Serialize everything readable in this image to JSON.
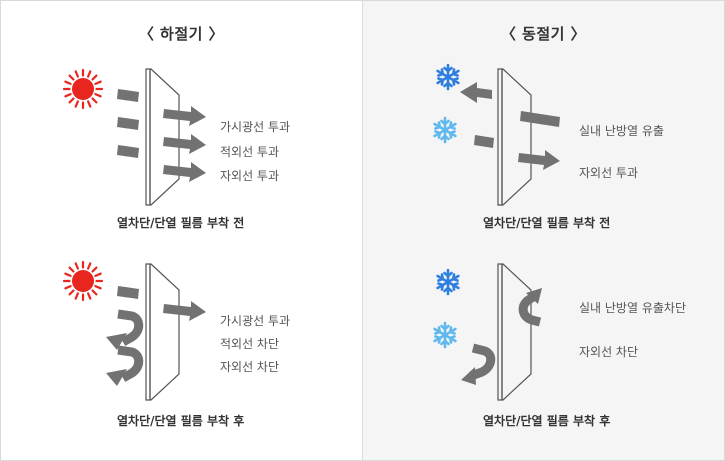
{
  "left_panel": {
    "title": "〈 하절기 〉",
    "before": {
      "labels": [
        "가시광선 투과",
        "적외선 투과",
        "자외선 투과"
      ],
      "caption": "열차단/단열 필름 부착 전"
    },
    "after": {
      "labels": [
        "가시광선 투과",
        "적외선 차단",
        "자외선 차단"
      ],
      "caption": "열차단/단열 필름 부착 후"
    }
  },
  "right_panel": {
    "title": "〈 동절기 〉",
    "before": {
      "labels": [
        "실내 난방열 유출",
        "자외선 투과"
      ],
      "caption": "열차단/단열 필름 부착 전"
    },
    "after": {
      "labels": [
        "실내 난방열 유출차단",
        "자외선 차단"
      ],
      "caption": "열차단/단열 필름 부착 후"
    }
  },
  "colors": {
    "sun": "#e8251f",
    "snowflake_dark": "#2f7fe0",
    "snowflake_light": "#5fb8ee",
    "arrow": "#727272",
    "winter_background": "#f5f5f5"
  },
  "icons": {
    "summer": "sun-icon",
    "winter": "snowflake-icon"
  }
}
